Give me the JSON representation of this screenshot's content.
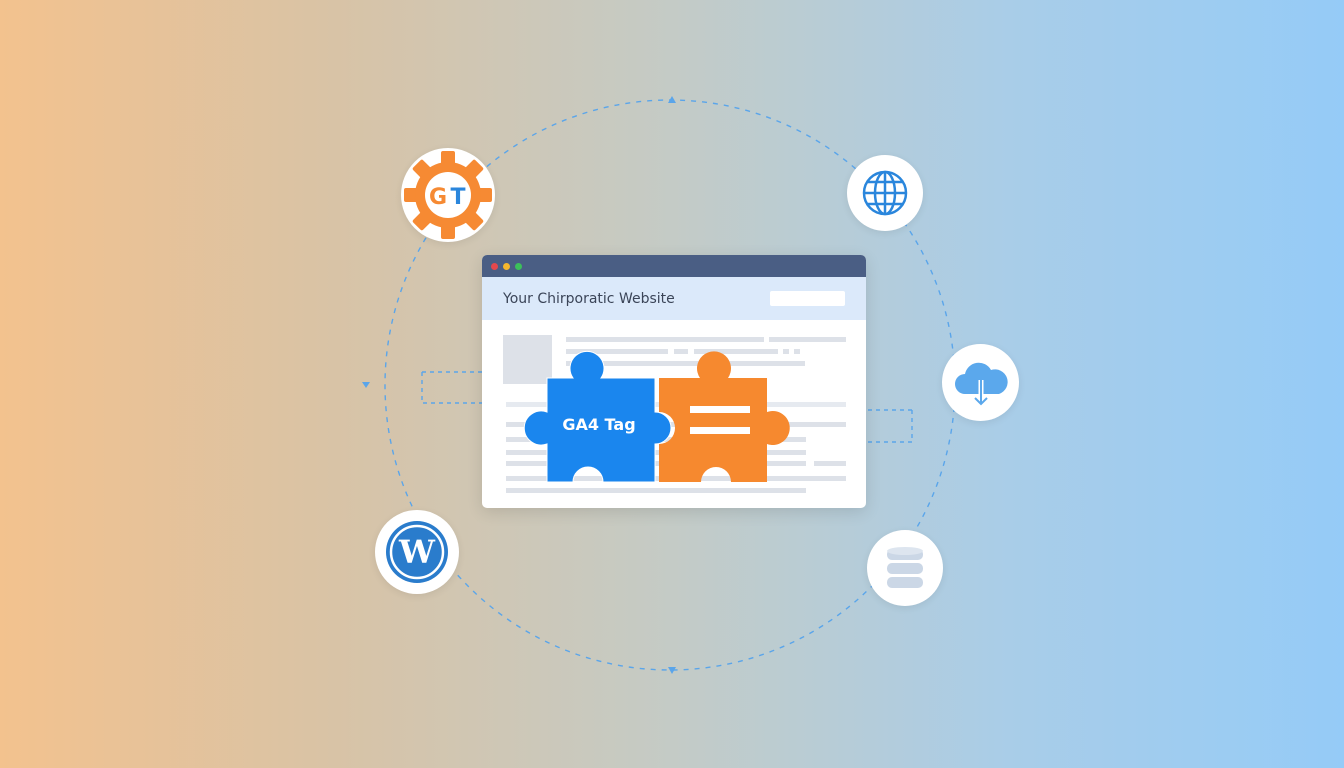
{
  "browser": {
    "title": "Your Chirporatic Website",
    "window_dots": [
      "#e5484d",
      "#f5b72e",
      "#3cc05a"
    ]
  },
  "puzzle": {
    "left_label": "GA4 Tag",
    "left_color": "#1a86ee",
    "right_color": "#f6892f"
  },
  "icons": [
    {
      "name": "gtm-gear-icon",
      "text": "GT"
    },
    {
      "name": "globe-icon"
    },
    {
      "name": "cloud-download-icon"
    },
    {
      "name": "database-icon"
    },
    {
      "name": "wordpress-icon"
    }
  ],
  "colors": {
    "dashed_line": "#5aa5ea",
    "gear": "#f68a33",
    "accent_blue": "#2a86dc"
  }
}
